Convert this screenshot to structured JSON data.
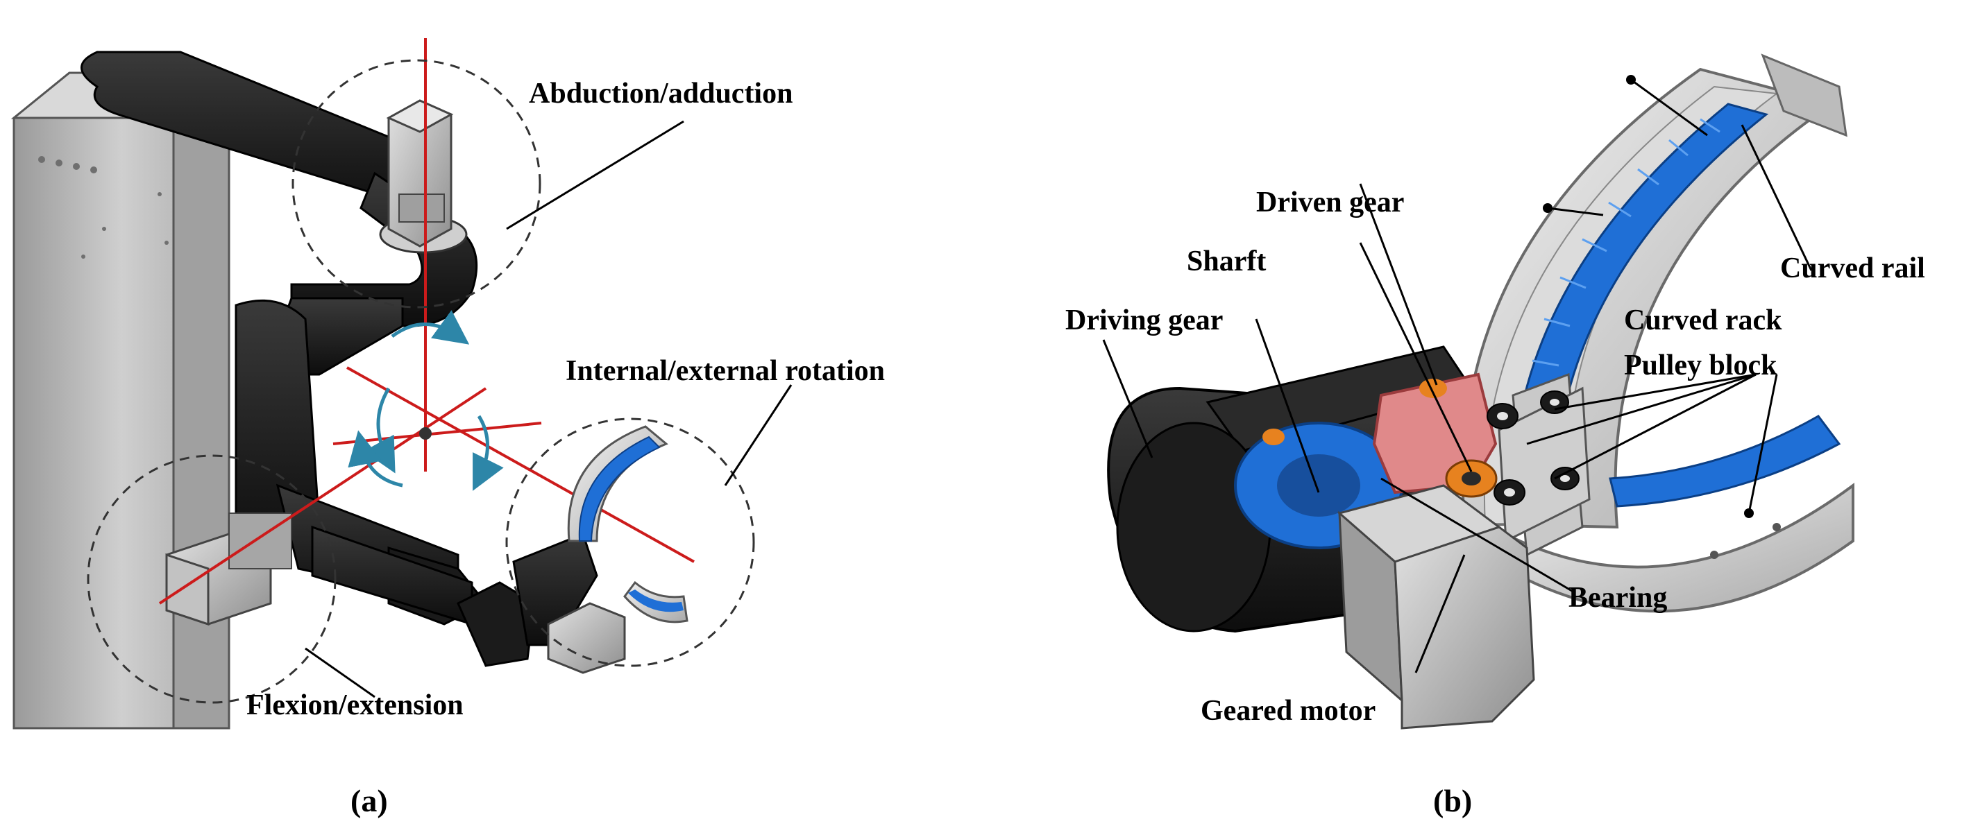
{
  "panel_a": {
    "caption": "(a)",
    "labels": {
      "abduction": "Abduction/adduction",
      "internal": "Internal/external rotation",
      "flexion": "Flexion/extension"
    }
  },
  "panel_b": {
    "caption": "(b)",
    "labels": {
      "driven_gear": "Driven gear",
      "sharft": "Sharft",
      "driving_gear": "Driving gear",
      "curved_rail": "Curved rail",
      "curved_rack": "Curved rack",
      "pulley_block": "Pulley block",
      "bearing": "Bearing",
      "geared_motor": "Geared motor"
    }
  },
  "colors": {
    "frame": "#bdbdbd",
    "arm_dark": "#1e1e1e",
    "motor": "#b3b3b3",
    "rack_blue": "#1f6fd6",
    "gear_red": "#e0898a",
    "axis_red": "#cc1b1b",
    "arrow_teal": "#2d86a8",
    "bearing_orange": "#e7821f"
  }
}
